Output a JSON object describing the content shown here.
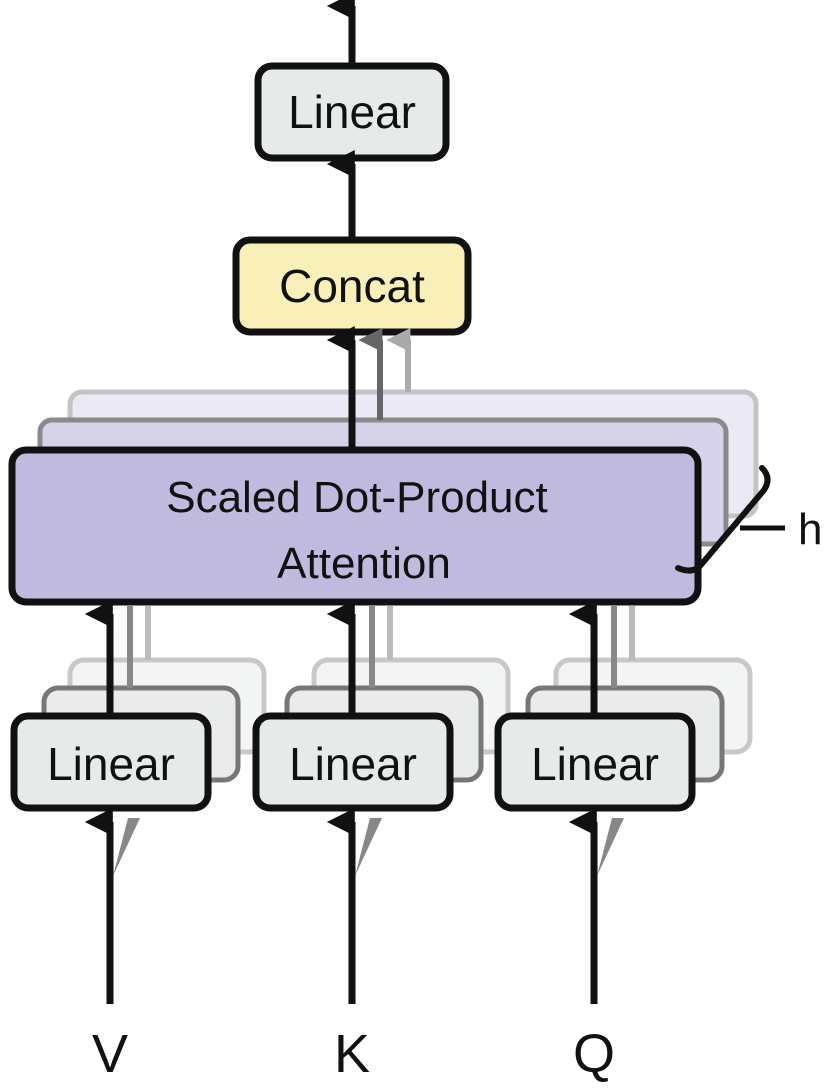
{
  "diagram": {
    "top_linear": "Linear",
    "concat": "Concat",
    "attention_line1": "Scaled Dot-Product",
    "attention_line2": "Attention",
    "heads_label": "h",
    "linear_v": "Linear",
    "linear_k": "Linear",
    "linear_q": "Linear",
    "input_v": "V",
    "input_k": "K",
    "input_q": "Q"
  },
  "colors": {
    "linear_fill": "#e6ebe9",
    "concat_fill": "#f8f0b8",
    "attention_fill": "#c0bade",
    "stroke": "#111111"
  }
}
